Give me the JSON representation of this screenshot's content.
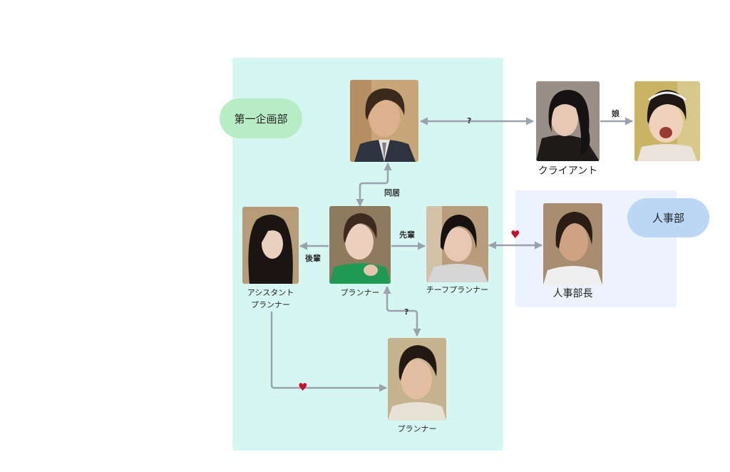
{
  "departments": {
    "planning": "第一企画部",
    "hr": "人事部"
  },
  "characters": {
    "boss": {
      "label": ""
    },
    "client": {
      "label": "クライアント"
    },
    "daughter": {
      "label": ""
    },
    "heroine": {
      "label": "プランナー"
    },
    "assistant": {
      "label_line1": "アシスタント",
      "label_line2": "プランナー"
    },
    "chief": {
      "label": "チーフプランナー"
    },
    "hr_manager": {
      "label": "人事部長"
    },
    "planner": {
      "label": "プランナー"
    }
  },
  "relations": {
    "boss_client": "?",
    "client_daughter": "娘",
    "heroine_boss": "同居",
    "heroine_chief": "先輩",
    "heroine_assistant": "後輩",
    "heroine_planner": "?",
    "chief_hr": "♥",
    "assistant_planner": "♥"
  },
  "colors": {
    "planning_panel": "#d6f7f1",
    "hr_panel": "#ecf3fe",
    "planning_badge": "#b8ecc4",
    "hr_badge": "#bcd6f6",
    "link": "#9aa2ad",
    "heart": "#c8102e"
  }
}
